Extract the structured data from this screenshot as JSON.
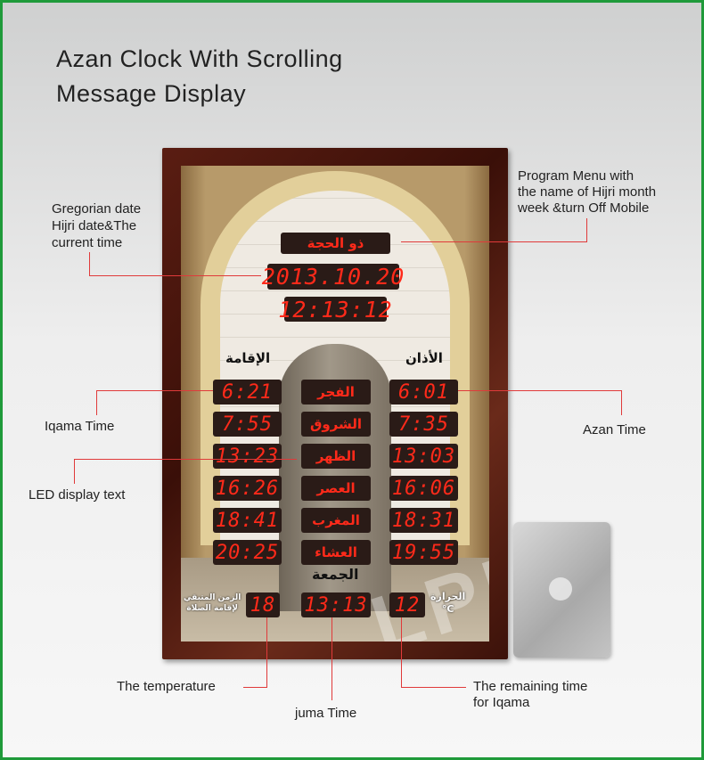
{
  "title": [
    "Azan Clock With Scrolling",
    "Message Display"
  ],
  "annotations": {
    "program_menu": [
      "Program Menu with",
      "the name of Hijri month",
      "week &turn Off Mobile"
    ],
    "gregorian": [
      "Gregorian date",
      "Hijri date&The",
      "current time"
    ],
    "iqama": "Iqama Time",
    "azan": "Azan Time",
    "led_text": "LED display text",
    "temperature": "The temperature",
    "juma": "juma Time",
    "remaining": [
      "The remaining time",
      "for Iqama"
    ]
  },
  "clock": {
    "hijri_month": "ذو الحجة",
    "date": "2013.10.20",
    "time": "12:13:12",
    "iqama_label": "الإقامة",
    "azan_label": "الأذان",
    "prayers": [
      {
        "name": "الفجر",
        "iqama": "6:21",
        "azan": "6:01"
      },
      {
        "name": "الشروق",
        "iqama": "7:55",
        "azan": "7:35"
      },
      {
        "name": "الظهر",
        "iqama": "13:23",
        "azan": "13:03"
      },
      {
        "name": "العصر",
        "iqama": "16:26",
        "azan": "16:06"
      },
      {
        "name": "المغرب",
        "iqama": "18:41",
        "azan": "18:31"
      },
      {
        "name": "العشاء",
        "iqama": "20:25",
        "azan": "19:55"
      }
    ],
    "juma_label": "الجمعة",
    "juma_time": "13:13",
    "remaining_label": [
      "الزمن المتبقي",
      "لإقامة الصلاة"
    ],
    "remaining_value": "18",
    "temp_label": "الحرارة",
    "temp_unit": "°C",
    "temp_value": "12"
  },
  "watermark": "LPIGE"
}
